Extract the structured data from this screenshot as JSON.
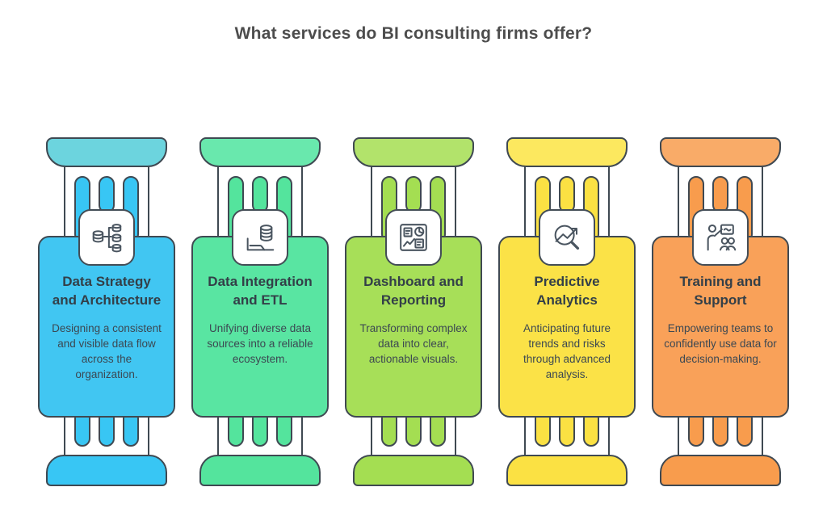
{
  "page": {
    "title": "What services do BI consulting firms offer?",
    "background": "#ffffff",
    "outline_color": "#3f4952",
    "icon_stroke": "#4a5560",
    "heading_color": "#4d4d4d",
    "card_title_color": "#333f48",
    "card_text_color": "#3c4852"
  },
  "services": [
    {
      "title": "Data Strategy and Architecture",
      "description": "Designing a consistent and visible data flow across the organization.",
      "icon": "database-tree-icon",
      "colors": {
        "card": "#41c6f2",
        "capital": "#6cd4de",
        "bar": "#38c6f4",
        "base": "#38c6f4"
      }
    },
    {
      "title": "Data Integration and ETL",
      "description": "Unifying diverse data sources into a reliable ecosystem.",
      "icon": "database-etl-icon",
      "colors": {
        "card": "#59e5a2",
        "capital": "#69e8ad",
        "bar": "#54e49d",
        "base": "#54e49d"
      }
    },
    {
      "title": "Dashboard and Reporting",
      "description": "Transforming complex data into clear, actionable visuals.",
      "icon": "dashboard-icon",
      "colors": {
        "card": "#a7df58",
        "capital": "#b2e36b",
        "bar": "#a4de52",
        "base": "#a4de52"
      }
    },
    {
      "title": "Predictive Analytics",
      "description": "Anticipating future trends and risks through advanced analysis.",
      "icon": "magnifier-trend-icon",
      "colors": {
        "card": "#fbe247",
        "capital": "#fce85f",
        "bar": "#fbe143",
        "base": "#fbe143"
      }
    },
    {
      "title": "Training and Support",
      "description": "Empowering teams to confidently use data for decision-making.",
      "icon": "presenter-audience-icon",
      "colors": {
        "card": "#f9a159",
        "capital": "#f9ab68",
        "bar": "#f89c4d",
        "base": "#f89c4d"
      }
    }
  ]
}
